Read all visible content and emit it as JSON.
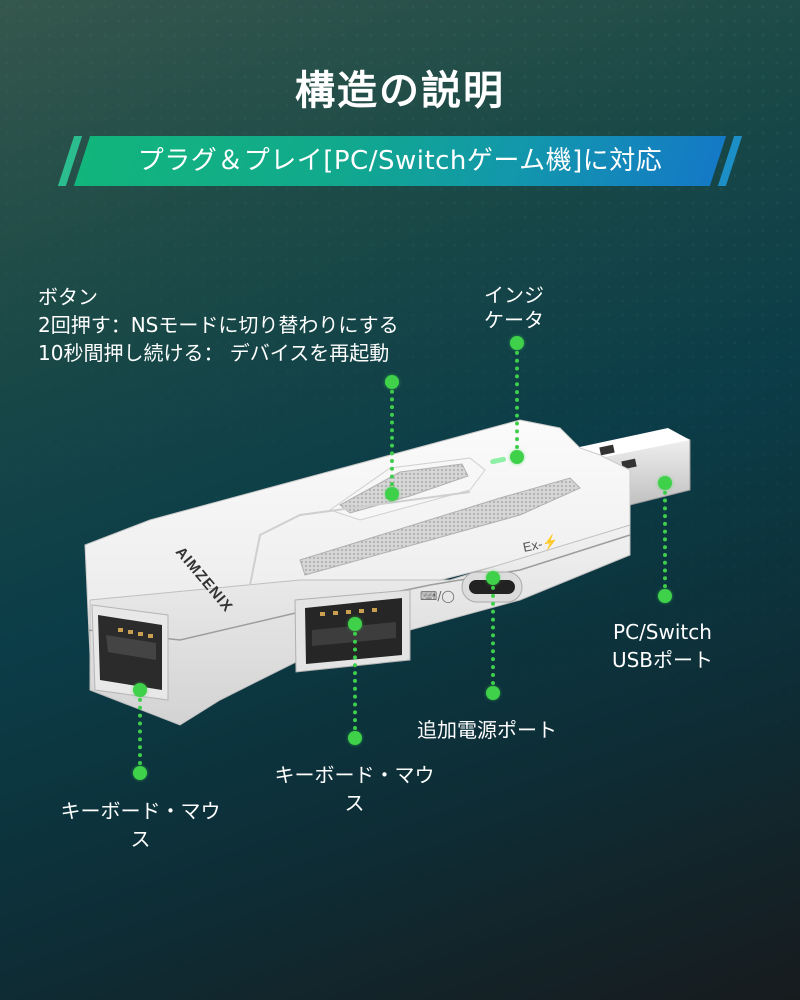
{
  "page": {
    "title": "構造の説明",
    "banner": "プラグ＆プレイ[PC/Switchゲーム機]に対応",
    "colors": {
      "accent_green": "#3fd14a",
      "banner_start": "#12b57c",
      "banner_end": "#1479c6",
      "device_body": "#f2f2f2"
    }
  },
  "device": {
    "brand": "AIMZENIX",
    "port_mark": "Ex-⚡",
    "kb_mouse_glyph": "⌨/🖱"
  },
  "callouts": {
    "button": {
      "title": "ボタン",
      "line1": "2回押す：NSモードに切り替わりにする",
      "line2": "10秒間押し続ける： デバイスを再起動"
    },
    "indicator": {
      "line1": "インジ",
      "line2": "ケータ"
    },
    "pc_port": {
      "line1": "PC/Switch",
      "line2": "USBポート"
    },
    "power_port": {
      "line1": "追加電源ポート"
    },
    "kb_mouse_center": {
      "line1": "キーボード・マウ",
      "line2": "ス"
    },
    "kb_mouse_left": {
      "line1": "キーボード・マウ",
      "line2": "ス"
    }
  }
}
